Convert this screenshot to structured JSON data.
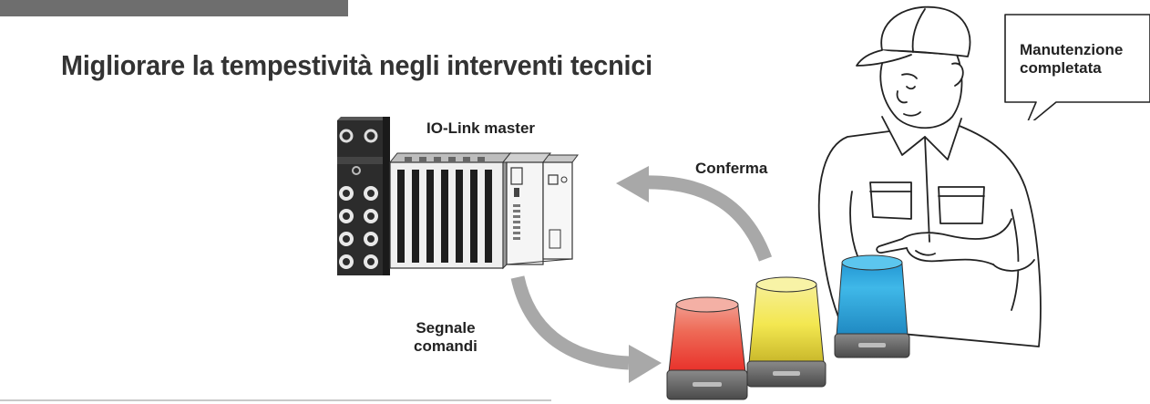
{
  "title": "Migliorare la tempestività negli interventi tecnici",
  "labels": {
    "io_link_master": "IO-Link master",
    "confirm": "Conferma",
    "signal_line1": "Segnale",
    "signal_line2": "comandi"
  },
  "speech_bubble": {
    "line1": "Manutenzione",
    "line2": "completata"
  },
  "colors": {
    "header_bar": "#6e6e6e",
    "arrow": "#a8a8a8",
    "lamp_red": "#e8372a",
    "lamp_yellow": "#f3e34a",
    "lamp_blue": "#3fb8e8"
  },
  "icons": [
    "io-link-master-device-icon",
    "signal-tower-lamp-icon",
    "technician-illustration",
    "curved-arrow-icon"
  ]
}
